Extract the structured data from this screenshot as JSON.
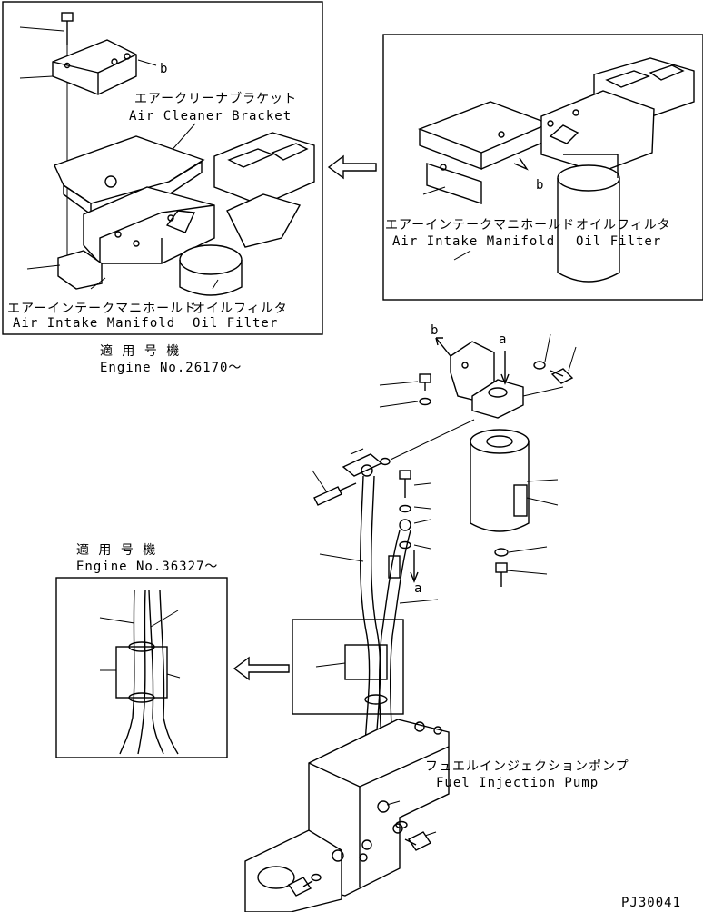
{
  "inset_top_left": {
    "callout": "b",
    "bracket_label_jp": "エアークリーナブラケット",
    "bracket_label_en": "Air Cleaner Bracket",
    "manifold_label_jp": "エアーインテークマニホールド",
    "manifold_label_en": "Air Intake Manifold",
    "filter_label_jp": "オイルフィルタ",
    "filter_label_en": "Oil Filter"
  },
  "inset_top_left_serial": {
    "label_jp": "適 用 号 機",
    "label_en": "Engine No.26170～"
  },
  "inset_top_right": {
    "callout": "b",
    "manifold_label_jp": "エアーインテークマニホールド",
    "manifold_label_en": "Air Intake Manifold",
    "filter_label_jp": "オイルフィルタ",
    "filter_label_en": "Oil Filter"
  },
  "main": {
    "callout_b": "b",
    "callout_a_top": "a",
    "callout_a_bottom": "a",
    "pump_label_jp": "フュエルインジェクションポンプ",
    "pump_label_en": "Fuel Injection Pump"
  },
  "inset_bottom_left_serial": {
    "label_jp": "適 用 号 機",
    "label_en": "Engine No.36327～"
  },
  "drawing_code": "PJ30041"
}
